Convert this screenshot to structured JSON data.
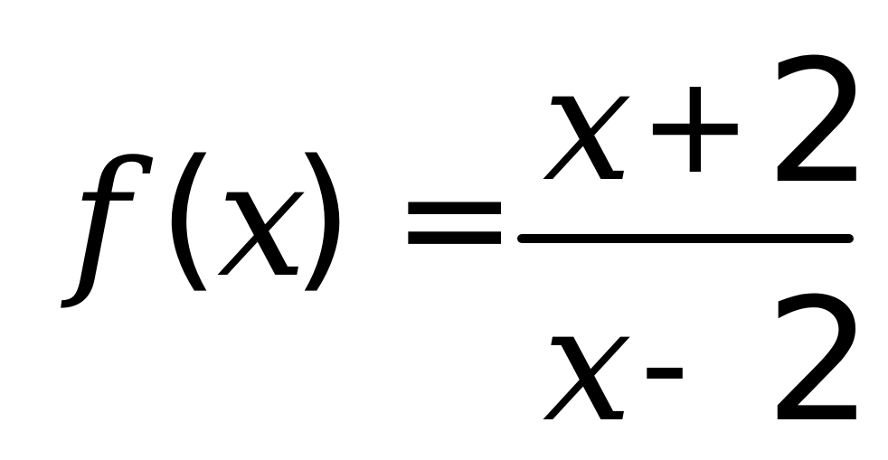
{
  "equation": {
    "lhs": {
      "function_name": "f",
      "open_paren": "(",
      "argument": "x",
      "close_paren": ")"
    },
    "equals": "=",
    "fraction": {
      "numerator": {
        "variable": "x",
        "operator": "+",
        "constant": "2"
      },
      "denominator": {
        "variable": "x",
        "operator": "-",
        "constant": "2"
      }
    }
  }
}
